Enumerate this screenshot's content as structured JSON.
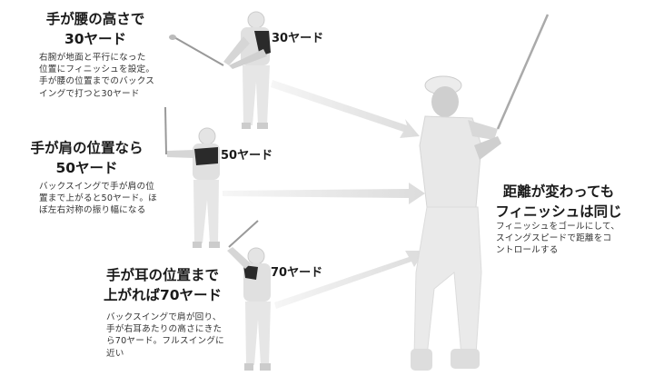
{
  "steps": [
    {
      "title_line1": "手が腰の高さで",
      "title_line2": "30ヤード",
      "body": [
        "右腕が地面と平行になった",
        "位置にフィニッシュを設定。",
        "手が腰の位置までのバックス",
        "イングで打つと30ヤード"
      ],
      "yard_label": "30ヤード"
    },
    {
      "title_line1": "手が肩の位置なら",
      "title_line2": "50ヤード",
      "body": [
        "バックスイングで手が肩の位",
        "置まで上がると50ヤード。ほ",
        "ぼ左右対称の振り幅になる"
      ],
      "yard_label": "50ヤード"
    },
    {
      "title_line1": "手が耳の位置まで",
      "title_line2": "上がれば70ヤード",
      "body": [
        "バックスイングで肩が回り、",
        "手が右耳あたりの高さにきた",
        "ら70ヤード。フルスイングに",
        "近い"
      ],
      "yard_label": "70ヤード"
    }
  ],
  "finish": {
    "title_line1": "距離が変わっても",
    "title_line2": "フィニッシュは同じ",
    "body": [
      "フィニッシュをゴールにして、",
      "スイングスピードで距離をコ",
      "ントロールする"
    ]
  },
  "colors": {
    "arrow": "#e6e6e6",
    "figure": "#d9d9d9",
    "shadow_sleeve": "#2a2a2a"
  }
}
